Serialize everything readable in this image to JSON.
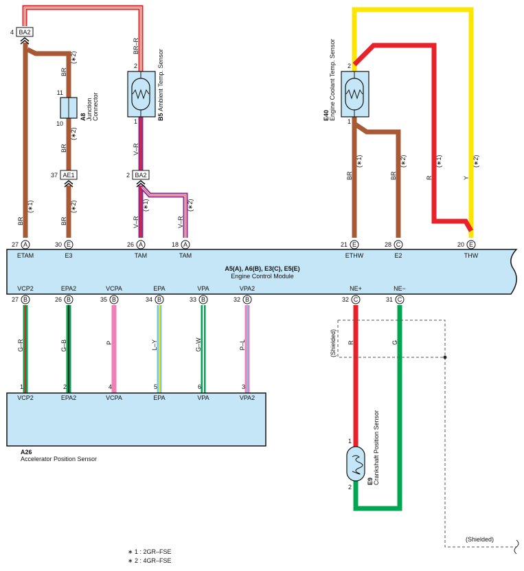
{
  "ecm": {
    "ids": "A5(A), A6(B), E3(C), E5(E)",
    "name": "Engine Control Module",
    "top_terms": [
      {
        "pin": "27",
        "conn": "A",
        "name": "ETAM"
      },
      {
        "pin": "30",
        "conn": "E",
        "name": "E3"
      },
      {
        "pin": "26",
        "conn": "A",
        "name": "TAM"
      },
      {
        "pin": "18",
        "conn": "A",
        "name": "TAM"
      },
      {
        "pin": "21",
        "conn": "E",
        "name": "ETHW"
      },
      {
        "pin": "28",
        "conn": "C",
        "name": "E2"
      },
      {
        "pin": "20",
        "conn": "E",
        "name": "THW"
      }
    ],
    "bottom_terms": [
      {
        "pin": "27",
        "conn": "B",
        "name": "VCP2"
      },
      {
        "pin": "26",
        "conn": "B",
        "name": "EPA2"
      },
      {
        "pin": "35",
        "conn": "B",
        "name": "VCPA"
      },
      {
        "pin": "34",
        "conn": "B",
        "name": "EPA"
      },
      {
        "pin": "33",
        "conn": "B",
        "name": "VPA"
      },
      {
        "pin": "32",
        "conn": "B",
        "name": "VPA2"
      },
      {
        "pin": "32",
        "conn": "C",
        "name": "NE+"
      },
      {
        "pin": "31",
        "conn": "C",
        "name": "NE−"
      }
    ]
  },
  "connectors": {
    "ba2_top": {
      "id": "BA2",
      "pin": "4"
    },
    "ae1": {
      "id": "AE1",
      "pin": "37"
    },
    "ba2_mid": {
      "id": "BA2",
      "pin": "2"
    }
  },
  "a8": {
    "id": "A8",
    "name1": "Junction",
    "name2": "Connector",
    "pin_top": "11",
    "pin_bottom": "10"
  },
  "b5": {
    "id": "B5",
    "name": "Ambient Temp. Sensor",
    "pin_top": "2",
    "pin_bottom": "1"
  },
  "e40": {
    "id": "E40",
    "name": "Engine Coolant Temp. Sensor",
    "pin_top": "2",
    "pin_bottom": "1"
  },
  "e9": {
    "id": "E9",
    "name": "Crankshaft Position Sensor",
    "pin_top": "1",
    "pin_bottom": "2"
  },
  "a26": {
    "id": "A26",
    "name": "Accelerator Position Sensor",
    "terms": [
      {
        "pin": "1",
        "name": "VCP2"
      },
      {
        "pin": "2",
        "name": "EPA2"
      },
      {
        "pin": "4",
        "name": "VCPA"
      },
      {
        "pin": "5",
        "name": "EPA"
      },
      {
        "pin": "6",
        "name": "VPA"
      },
      {
        "pin": "3",
        "name": "VPA2"
      }
    ]
  },
  "wires": {
    "br_star1": {
      "color": "BR",
      "note": "(∗1)"
    },
    "br_star2": {
      "color": "BR",
      "note": "(∗2)"
    },
    "brr": {
      "color": "BR–R"
    },
    "vr": {
      "color": "V–R"
    },
    "vr_star1": {
      "color": "V–R",
      "note": "(∗1)"
    },
    "vr_star2": {
      "color": "V–R",
      "note": "(∗2)"
    },
    "r_star1": {
      "color": "R",
      "note": "(∗1)"
    },
    "y_star2": {
      "color": "Y",
      "note": "(∗2)"
    },
    "bottom": [
      "G–R",
      "G–B",
      "P",
      "L–Y",
      "G–W",
      "P–L"
    ],
    "ne_plus": "R",
    "ne_minus": "G"
  },
  "shield_label": "(Shielded)",
  "legend": [
    "∗ 1 : 2GR–FSE",
    "∗ 2 : 4GR–FSE"
  ],
  "colors": {
    "module_fill": "#c5e6f6",
    "brown": "#a75a35",
    "red": "#e92229",
    "yellow": "#fde500",
    "green": "#00a651",
    "pink": "#f07fb5",
    "purple": "#8b2d8e",
    "lightblue": "#78c7ea"
  }
}
